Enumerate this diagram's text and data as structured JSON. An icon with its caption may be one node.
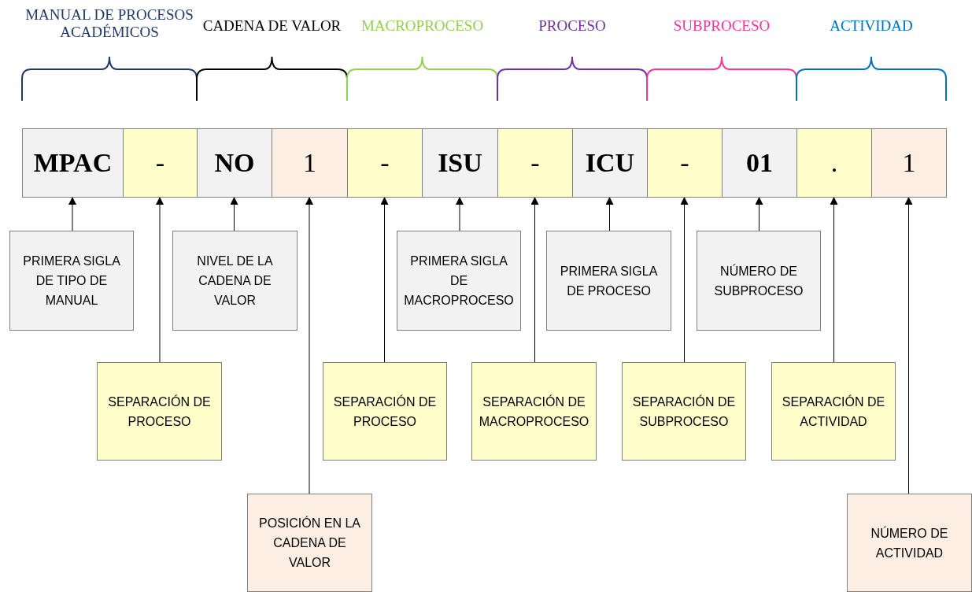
{
  "diagram": {
    "nodes": [
      {
        "text": [
          "MPAC"
        ]
      },
      {
        "text": [
          "-"
        ]
      },
      {
        "text": [
          "NO"
        ]
      },
      {
        "text": [
          "1"
        ]
      },
      {
        "text": [
          "-"
        ]
      },
      {
        "text": [
          "ISU"
        ]
      },
      {
        "text": [
          "-"
        ]
      },
      {
        "text": [
          "ICU"
        ]
      },
      {
        "text": [
          "-"
        ]
      },
      {
        "text": [
          "01"
        ]
      },
      {
        "text": [
          "."
        ]
      },
      {
        "text": [
          "1"
        ]
      },
      {
        "text": [
          "PRIMERA SIGLA DE TIPO DE MANUAL"
        ]
      },
      {
        "text": [
          "NIVEL DE LA CADENA DE VALOR"
        ]
      },
      {
        "text": [
          "PRIMERA SIGLA DE MACROPROCESO"
        ]
      },
      {
        "text": [
          "PRIMERA SIGLA DE PROCESO"
        ]
      },
      {
        "text": [
          "NÚMERO DE SUBPROCESO"
        ]
      },
      {
        "text": [
          "SEPARACIÓN DE PROCESO"
        ]
      },
      {
        "text": [
          "SEPARACIÓN DE PROCESO"
        ]
      },
      {
        "text": [
          "SEPARACIÓN DE MACROPROCESO"
        ]
      },
      {
        "text": [
          "SEPARACIÓN DE SUBPROCESO"
        ]
      },
      {
        "text": [
          "SEPARACIÓN DE ACTIVIDAD"
        ]
      },
      {
        "text": [
          "POSICIÓN EN LA CADENA DE VALOR"
        ]
      },
      {
        "text": [
          "NÚMERO DE ACTIVIDAD"
        ]
      }
    ],
    "edges": [
      {
        "from": 12,
        "to": 0,
        "arrow": "to"
      },
      {
        "from": 17,
        "to": 1,
        "arrow": "to"
      },
      {
        "from": 13,
        "to": 2,
        "arrow": "to"
      },
      {
        "from": 22,
        "to": 3,
        "arrow": "to"
      },
      {
        "from": 18,
        "to": 4,
        "arrow": "to"
      },
      {
        "from": 14,
        "to": 5,
        "arrow": "to"
      },
      {
        "from": 19,
        "to": 6,
        "arrow": "to"
      },
      {
        "from": 15,
        "to": 7,
        "arrow": "to"
      },
      {
        "from": 20,
        "to": 8,
        "arrow": "to"
      },
      {
        "from": 16,
        "to": 9,
        "arrow": "to"
      },
      {
        "from": 21,
        "to": 10,
        "arrow": "to"
      },
      {
        "from": 23,
        "to": 11,
        "arrow": "to"
      }
    ],
    "labels": [
      "MANUAL DE PROCESOS ACADÉMICOS",
      "CADENA DE VALOR",
      "MACROPROCESO",
      "PROCESO",
      "SUBPROCESO",
      "ACTIVIDAD"
    ]
  }
}
